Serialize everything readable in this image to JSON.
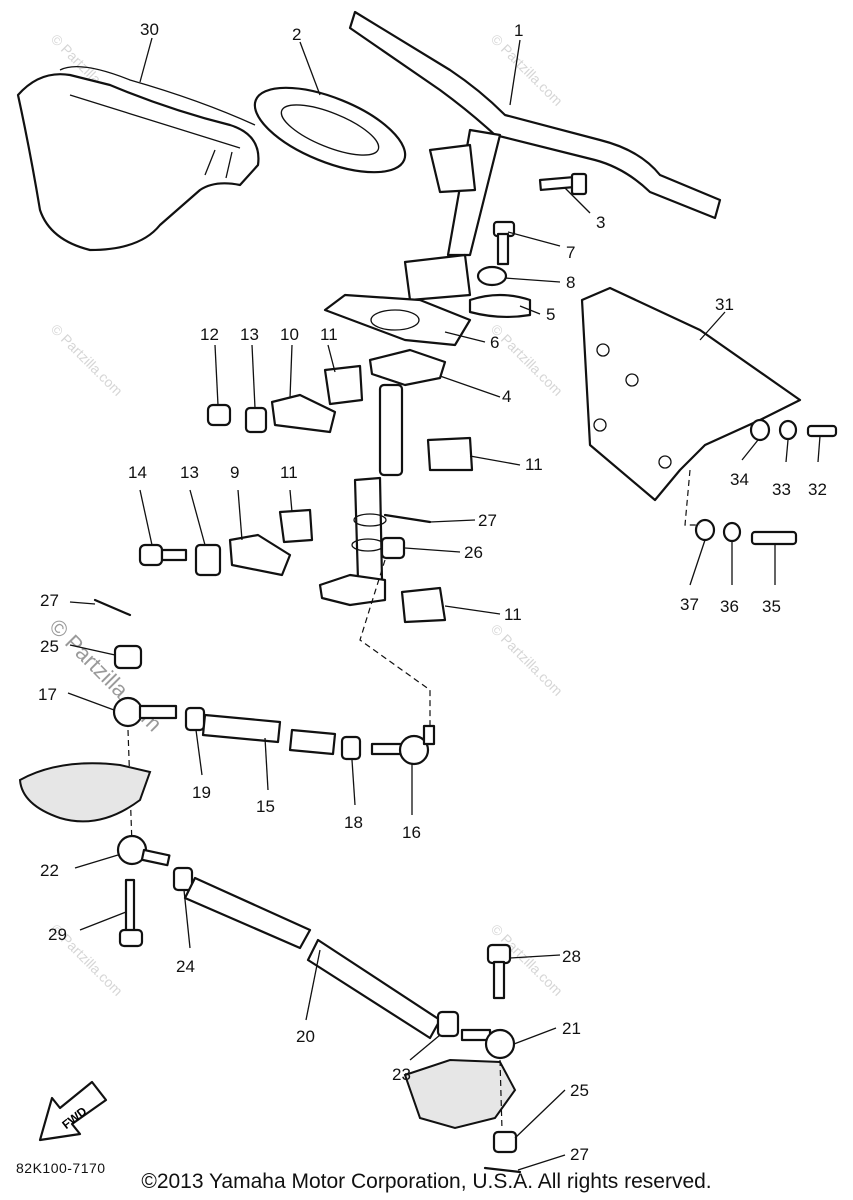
{
  "diagram": {
    "part_numbers": [
      "30",
      "2",
      "1",
      "3",
      "7",
      "8",
      "5",
      "6",
      "31",
      "12",
      "13",
      "10",
      "11",
      "4",
      "11",
      "34",
      "33",
      "32",
      "14",
      "13",
      "9",
      "11",
      "27",
      "26",
      "11",
      "37",
      "36",
      "35",
      "27",
      "25",
      "17",
      "19",
      "15",
      "18",
      "16",
      "22",
      "29",
      "24",
      "28",
      "20",
      "21",
      "23",
      "25",
      "27"
    ],
    "direction_tag": "FWD",
    "catalog_code": "82K100-7170",
    "copyright": "©2013 Yamaha Motor Corporation, U.S.A. All rights reserved.",
    "watermark": "© Partzilla.com",
    "watermark_overlay": "© Partzilla.com"
  }
}
